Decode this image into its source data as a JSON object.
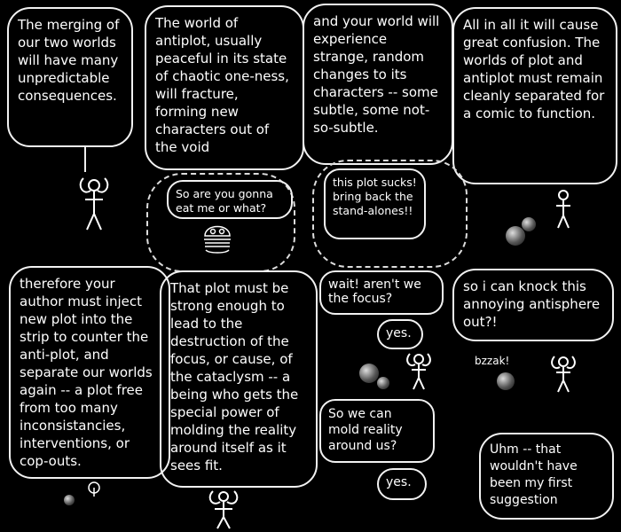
{
  "panels": {
    "p1": "The merging of our two worlds will have many unpredictable consequences.",
    "p2": "The world of antiplot, usually peaceful in its state of chaotic one-ness, will fracture, forming new characters out of the void",
    "p3": "and your world will experience strange, random changes to its characters -- some subtle, some not-so-subtle.",
    "p4": "All in all it will cause great confusion. The worlds of plot and antiplot must remain cleanly separated for a comic to function.",
    "burger": "So are you gonna eat me or what?",
    "standalones": "this plot sucks! bring back the stand-alones!!",
    "p5": "therefore your author must inject new plot into the strip to counter the anti-plot, and separate our worlds again -- a plot free from too many inconsistancies, interventions, or cop-outs.",
    "p6": "That plot must be strong enough to lead to the destruction of the focus, or cause, of the cataclysm -- a being who gets the special power of molding the reality around itself as it sees fit.",
    "focus_q": "wait! aren't we the focus?",
    "yes1": "yes.",
    "mold_q": "So we can mold reality around us?",
    "yes2": "yes.",
    "knock_q": "so i can knock this annoying antisphere out?!",
    "sfx": "bzzak!",
    "uhm": "Uhm -- that wouldn't have been my first suggestion"
  }
}
